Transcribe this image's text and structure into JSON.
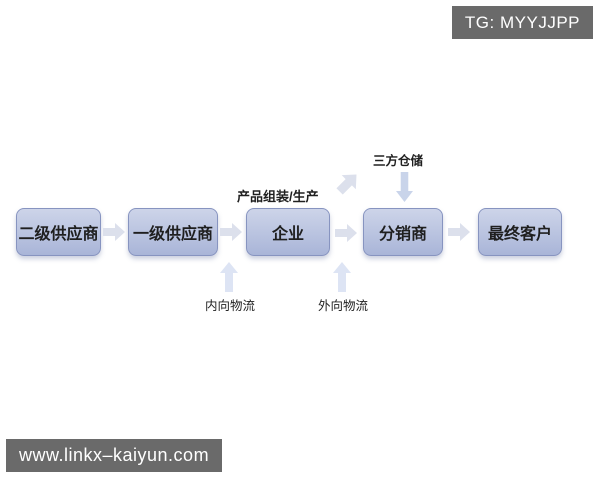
{
  "watermarks": {
    "telegram": "TG: MYYJJPP",
    "website": "www.linkx–kaiyun.com"
  },
  "colors": {
    "background": "#ffffff",
    "badge_bg": "#6a6a6a",
    "badge_text": "#ffffff",
    "node_fill_top": "#cdd4e9",
    "node_fill_bottom": "#a9b5d8",
    "node_border": "#8794c0",
    "node_text": "#1f1f1f",
    "arrow": "#dce0ec",
    "arrow_light": "#dde4f4",
    "arrow_down": "#c9d4ea",
    "label_text": "#1f1f1f"
  },
  "flow": {
    "nodes": [
      {
        "id": "secondary-supplier",
        "label": "二级供应商"
      },
      {
        "id": "primary-supplier",
        "label": "一级供应商"
      },
      {
        "id": "enterprise",
        "label": "企业"
      },
      {
        "id": "distributor",
        "label": "分销商"
      },
      {
        "id": "final-customer",
        "label": "最终客户"
      }
    ],
    "annotations": {
      "assembly": "产品组装/生产",
      "warehouse": "三方仓储",
      "inbound": "内向物流",
      "outbound": "外向物流"
    }
  }
}
